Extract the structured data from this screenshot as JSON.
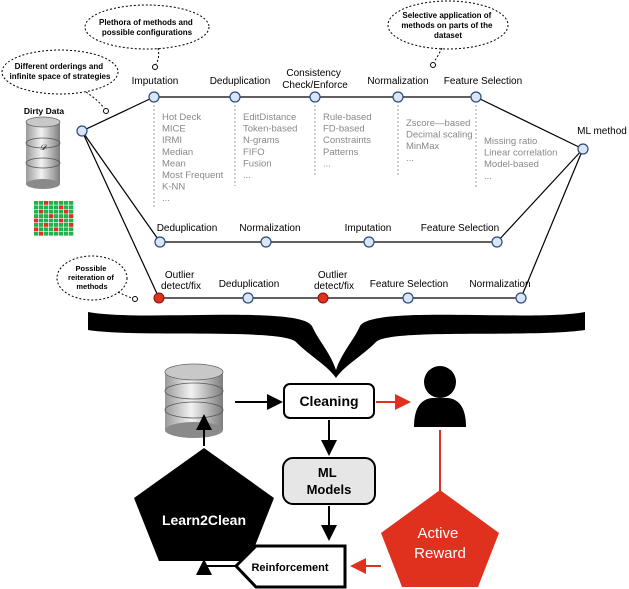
{
  "callouts": {
    "orderings": "Different orderings and|infinite space of strategies",
    "plethora": "Plethora of methods and|possible configurations",
    "selective": "Selective application of|methods on parts of the|dataset",
    "reiteration": "Possible|reiteration of|methods"
  },
  "dirty_data": {
    "label": "Dirty Data",
    "symbol": "𝒟"
  },
  "ml_method": "ML method",
  "row1": {
    "stages": [
      {
        "label": "Imputation"
      },
      {
        "label": "Deduplication"
      },
      {
        "label": "Consistency|Check/Enforce"
      },
      {
        "label": "Normalization"
      },
      {
        "label": "Feature Selection"
      }
    ],
    "methods": [
      [
        "Hot Deck",
        "MICE",
        "IRMI",
        "Median",
        "Mean",
        "Most Frequent",
        "K-NN",
        "..."
      ],
      [
        "EditDistance",
        "Token-based",
        "N-grams",
        "FIFO",
        "Fusion",
        "..."
      ],
      [
        "Rule-based",
        "FD-based",
        "Constraints",
        "Patterns",
        "..."
      ],
      [
        "Zscore—based",
        "Decimal scaling",
        "MinMax",
        "..."
      ],
      [
        "Missing ratio",
        "Linear correlation",
        "Model-based",
        "..."
      ]
    ]
  },
  "row2": [
    "Deduplication",
    "Normalization",
    "Imputation",
    "Feature Selection"
  ],
  "row3": [
    "Outlier|detect/fix",
    "Deduplication",
    "Outlier|detect/fix",
    "Feature Selection",
    "Normalization"
  ],
  "workflow": {
    "cleaning": "Cleaning",
    "ml_models": "ML|Models",
    "learn2clean": "Learn2Clean",
    "active_reward": "Active|Reward",
    "reinforcement": "Reinforcement"
  },
  "colors": {
    "node": "#d9e6f7",
    "node_stroke": "#2b4a7a",
    "red": "#e0301e",
    "black": "#000000"
  }
}
